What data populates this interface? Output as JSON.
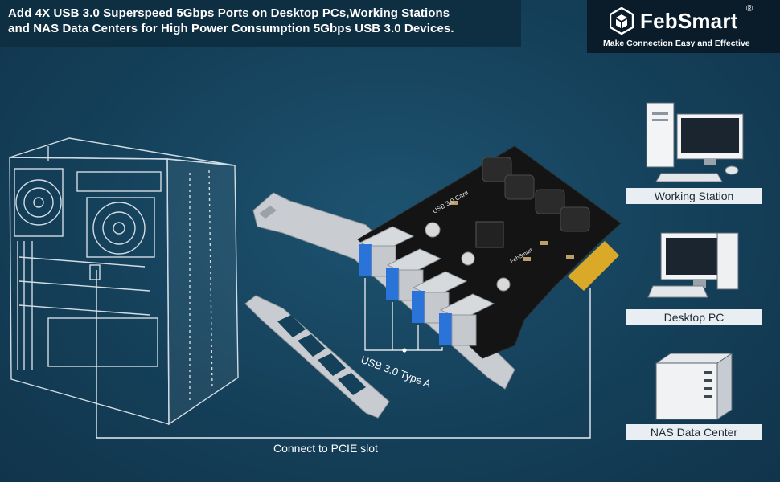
{
  "headline": {
    "line1": "Add 4X USB 3.0 Superspeed 5Gbps Ports on Desktop PCs,Working Stations",
    "line2": "and NAS Data Centers for High Power Consumption 5Gbps USB 3.0 Devices."
  },
  "brand": {
    "name": "FebSmart",
    "registered_mark": "®",
    "tagline": "Make Connection Easy and Effective",
    "logo_icon": "hexagon-cube-icon"
  },
  "device_labels": {
    "working_station": "Working Station",
    "desktop_pc": "Desktop PC",
    "nas_data_center": "NAS Data Center"
  },
  "card": {
    "board_text": "USB 3.0 Card",
    "chip_text": "FebSmart",
    "port_label": "USB 3.0 Type A"
  },
  "connector_caption": "Connect to PCIE slot",
  "colors": {
    "background": "#15405a",
    "headline_bar": "#0e2e42",
    "brand_bar": "#0a1c2a",
    "label_box": "#e9eef2",
    "port_blue": "#2a73d9",
    "pcb": "#141414",
    "gold_contacts": "#d9a927"
  }
}
